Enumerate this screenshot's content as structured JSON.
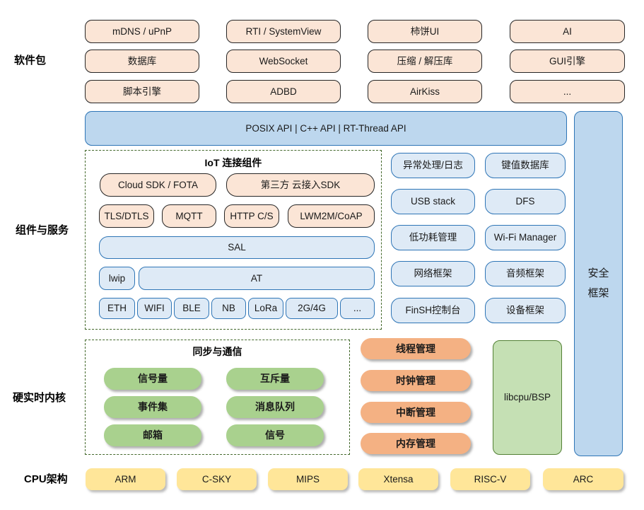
{
  "diagram": {
    "software": {
      "label": "软件包",
      "rows": [
        [
          "mDNS / uPnP",
          "RTI / SystemView",
          "柿饼UI",
          "AI"
        ],
        [
          "数据库",
          "WebSocket",
          "压缩 / 解压库",
          "GUI引擎"
        ],
        [
          "脚本引擎",
          "ADBD",
          "AirKiss",
          "..."
        ]
      ]
    },
    "api_bar": {
      "text": "POSIX API  |  C++ API  |  RT-Thread API"
    },
    "security_bar": {
      "text": "安全框架"
    },
    "components": {
      "label": "组件与服务",
      "iot": {
        "title": "IoT 连接组件",
        "cloud_sdk": "Cloud SDK / FOTA",
        "third_party": "第三方 云接入SDK",
        "protocols": [
          "TLS/DTLS",
          "MQTT",
          "HTTP C/S",
          "LWM2M/CoAP"
        ],
        "sal": "SAL",
        "lwip": "lwip",
        "at": "AT",
        "links": [
          "ETH",
          "WIFI",
          "BLE",
          "NB",
          "LoRa",
          "2G/4G",
          "..."
        ]
      },
      "services": [
        [
          "异常处理/日志",
          "键值数据库"
        ],
        [
          "USB stack",
          "DFS"
        ],
        [
          "低功耗管理",
          "Wi-Fi Manager"
        ],
        [
          "网络框架",
          "音频框架"
        ],
        [
          "FinSH控制台",
          "设备框架"
        ]
      ]
    },
    "kernel": {
      "label": "硬实时内核",
      "sync": {
        "title": "同步与通信",
        "rows": [
          [
            "信号量",
            "互斥量"
          ],
          [
            "事件集",
            "消息队列"
          ],
          [
            "邮箱",
            "信号"
          ]
        ]
      },
      "mgmt": [
        "线程管理",
        "时钟管理",
        "中断管理",
        "内存管理"
      ],
      "libcpu": "libcpu/BSP"
    },
    "cpu": {
      "label": "CPU架构",
      "items": [
        "ARM",
        "C-SKY",
        "MIPS",
        "Xtensa",
        "RISC-V",
        "ARC"
      ]
    },
    "colors": {
      "peach": "#fbe5d6",
      "light_blue": "#deeaf6",
      "medium_blue": "#bdd7ee",
      "blue_border": "#2e75b6",
      "green": "#a9d18e",
      "light_green": "#c5e0b4",
      "green_border": "#538135",
      "orange": "#f4b183",
      "yellow": "#ffe699",
      "dash_border": "#43682b"
    }
  }
}
